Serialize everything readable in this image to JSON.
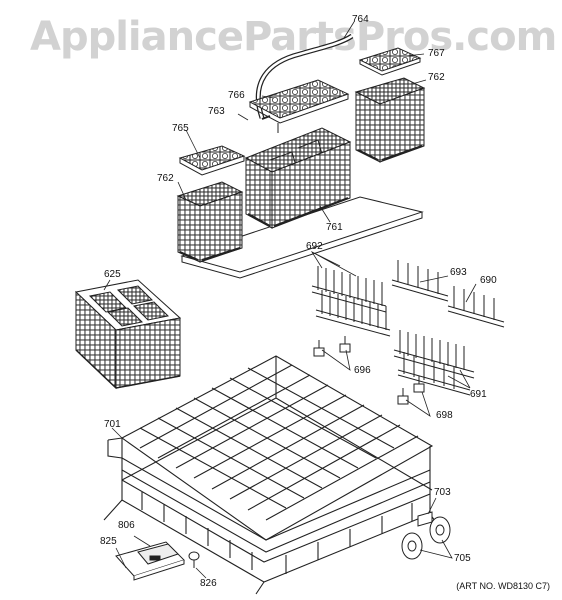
{
  "watermark": "AppliancePartsPros.com",
  "art_number": "(ART NO. WD8130 C7)",
  "callouts": [
    "764",
    "767",
    "762",
    "766",
    "763",
    "765",
    "762",
    "761",
    "625",
    "692",
    "693",
    "690",
    "696",
    "691",
    "698",
    "701",
    "703",
    "806",
    "825",
    "705",
    "826"
  ]
}
